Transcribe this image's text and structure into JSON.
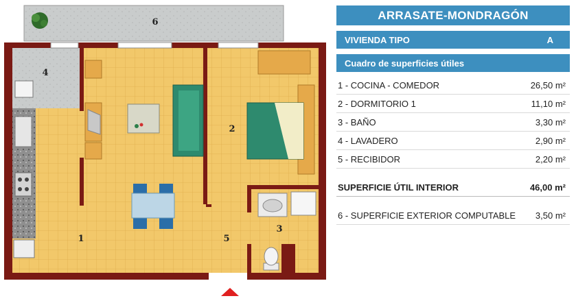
{
  "plan": {
    "room_numbers": [
      "1",
      "2",
      "3",
      "4",
      "5",
      "6"
    ]
  },
  "panel": {
    "title": "ARRASATE-MONDRAGÓN",
    "type_label": "VIVIENDA TIPO",
    "type_value": "A",
    "table_title": "Cuadro de superficies útiles",
    "rooms": [
      {
        "label": "1 - COCINA - COMEDOR",
        "value": "26,50 m²"
      },
      {
        "label": "2 - DORMITORIO 1",
        "value": "11,10 m²"
      },
      {
        "label": "3 - BAÑO",
        "value": "3,30 m²"
      },
      {
        "label": "4 - LAVADERO",
        "value": "2,90 m²"
      },
      {
        "label": "5 - RECIBIDOR",
        "value": "2,20 m²"
      }
    ],
    "total_label": "SUPERFICIE ÚTIL INTERIOR",
    "total_value": "46,00 m²",
    "exterior_label": "6 - SUPERFICIE EXTERIOR COMPUTABLE",
    "exterior_value": "3,50 m²"
  },
  "colors": {
    "accent": "#3d8fbf",
    "wall": "#7a1a14",
    "floor": "#f2c86a",
    "terrace": "#c9cccc",
    "entry_marker": "#e02020"
  }
}
